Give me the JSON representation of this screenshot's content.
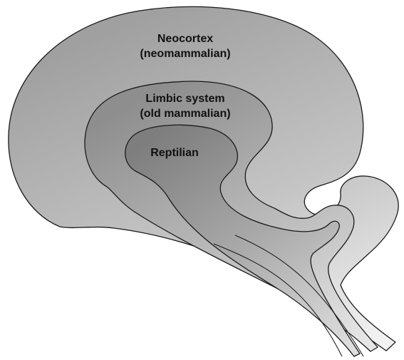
{
  "layers": {
    "neocortex": {
      "name": "Neocortex",
      "type": "(neomammalian)"
    },
    "limbic": {
      "name": "Limbic system",
      "type": "(old mammalian)"
    },
    "reptilian": {
      "name": "Reptilian"
    }
  },
  "colors": {
    "outline": "#1a1a1a",
    "neocortex_light": "#ececec",
    "neocortex_dark": "#9d9d9d",
    "limbic_light": "#d8d8d8",
    "limbic_dark": "#8a8a8a",
    "reptilian_light": "#c4c4c4",
    "reptilian_dark": "#7a7a7a",
    "text": "#111111"
  }
}
